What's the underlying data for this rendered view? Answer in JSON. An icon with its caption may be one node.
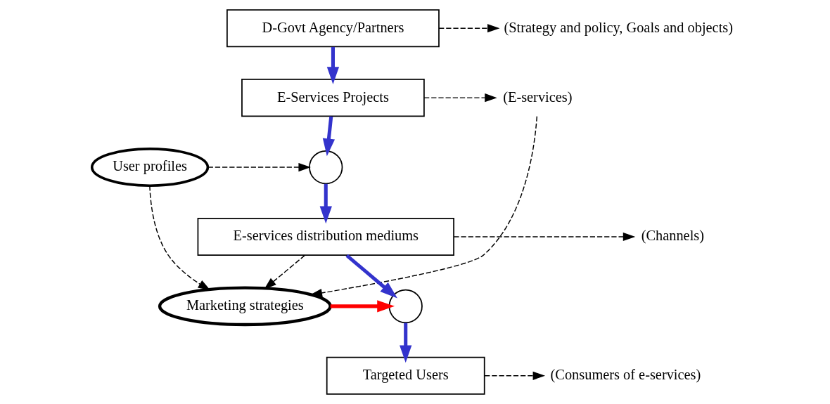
{
  "diagram": {
    "nodes": [
      {
        "text": [
          "D-Govt Agency/Partners"
        ]
      },
      {
        "text": [
          "(Strategy and policy, Goals and objects)"
        ]
      },
      {
        "text": [
          "E-Services Projects"
        ]
      },
      {
        "text": [
          "(E-services)"
        ]
      },
      {
        "text": [],
        "shape": "circle"
      },
      {
        "text": [
          "User profiles"
        ]
      },
      {
        "text": [
          "E-services distribution mediums"
        ]
      },
      {
        "text": [
          "(Channels)"
        ]
      },
      {
        "text": [
          "Marketing strategies"
        ]
      },
      {
        "text": [],
        "shape": "circle"
      },
      {
        "text": [
          "Targeted Users"
        ]
      },
      {
        "text": [
          "(Consumers of e-services)"
        ]
      }
    ],
    "edges": [
      {
        "from": 0,
        "to": 1,
        "arrow": "to",
        "style": "dashed"
      },
      {
        "from": 0,
        "to": 2,
        "arrow": "to",
        "style": "thick",
        "color": "#3333cc"
      },
      {
        "from": 2,
        "to": 3,
        "arrow": "to",
        "style": "dashed"
      },
      {
        "from": 2,
        "to": 4,
        "arrow": "to",
        "style": "thick",
        "color": "#3333cc"
      },
      {
        "from": 5,
        "to": 4,
        "arrow": "to",
        "style": "dashed"
      },
      {
        "from": 4,
        "to": 6,
        "arrow": "to",
        "style": "thick",
        "color": "#3333cc"
      },
      {
        "from": 6,
        "to": 7,
        "arrow": "to",
        "style": "dashed"
      },
      {
        "from": 5,
        "to": 8,
        "arrow": "to",
        "style": "dashed"
      },
      {
        "from": 6,
        "to": 8,
        "arrow": "to",
        "style": "dashed"
      },
      {
        "from": 3,
        "to": 8,
        "arrow": "to",
        "style": "dashed"
      },
      {
        "from": 8,
        "to": 9,
        "arrow": "to",
        "style": "thick",
        "color": "#ff0000"
      },
      {
        "from": 6,
        "to": 9,
        "arrow": "to",
        "style": "thick",
        "color": "#3333cc"
      },
      {
        "from": 9,
        "to": 10,
        "arrow": "to",
        "style": "thick",
        "color": "#3333cc"
      },
      {
        "from": 10,
        "to": 11,
        "arrow": "to",
        "style": "dashed"
      }
    ]
  }
}
